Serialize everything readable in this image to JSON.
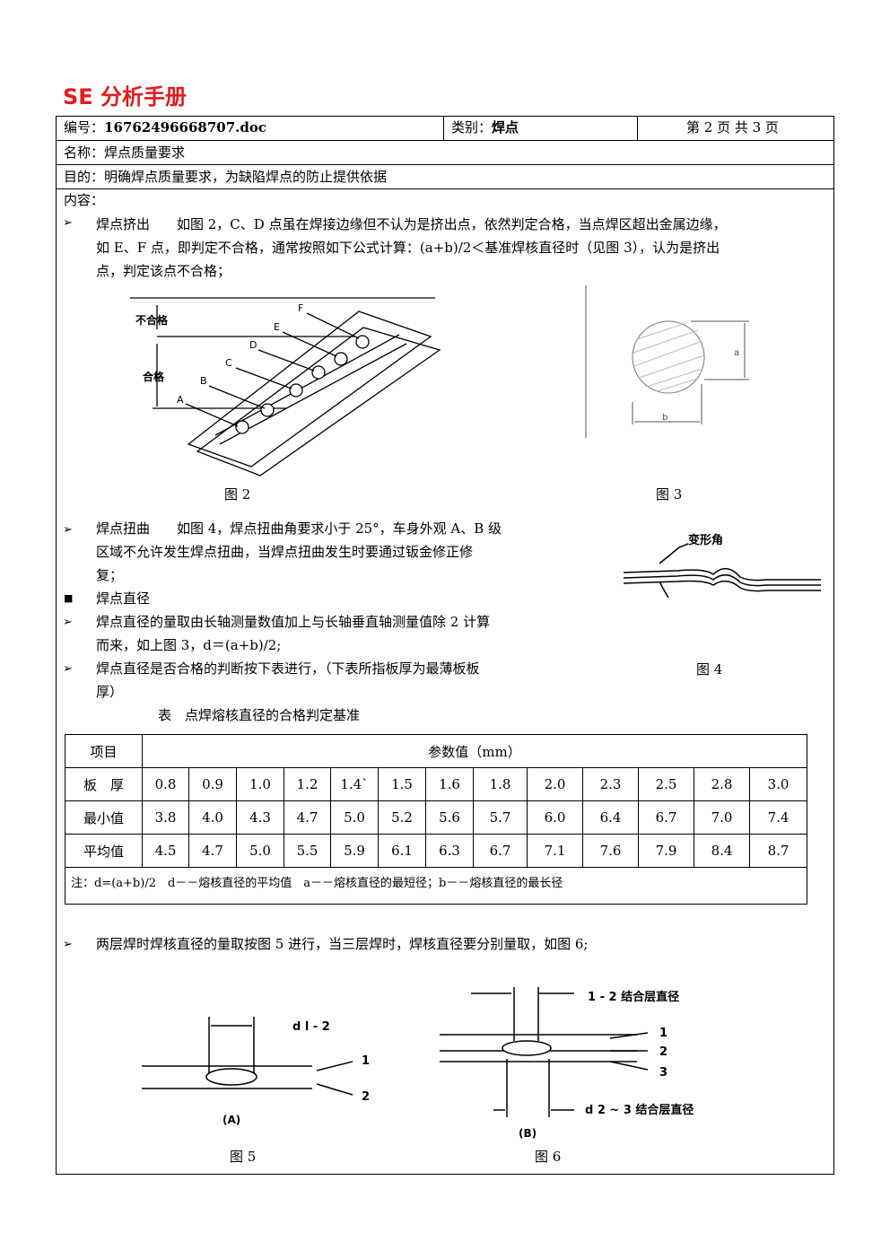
{
  "doc_title": "SE 分析手册",
  "header": {
    "number_label": "编号：",
    "number_value": "16762496668707.doc",
    "category_label": "类别：",
    "category_value": "焊点",
    "page_info": "第 2 页 共 3 页",
    "name_label": "名称：",
    "name_value": "焊点质量要求",
    "purpose_label": "目的：",
    "purpose_value": "明确焊点质量要求，为缺陷焊点的防止提供依据",
    "content_label": "内容："
  },
  "sections": {
    "extrusion_line1": "焊点挤出　　如图 2，C、D 点虽在焊接边缘但不认为是挤出点，依然判定合格，当点焊区超出金属边缘，",
    "extrusion_line2": "如 E、F 点，即判定不合格，通常按照如下公式计算：(a+b)/2＜基准焊核直径时（见图 3），认为是挤出",
    "extrusion_line3": "点，判定该点不合格；",
    "twist_line1": "焊点扭曲　　如图 4，焊点扭曲角要求小于 25°，车身外观 A、B 级",
    "twist_line2": "区域不允许发生焊点扭曲，当焊点扭曲发生时要通过钣金修正修",
    "twist_line3": "复；",
    "diameter_title": "焊点直径",
    "diameter_line1": "焊点直径的量取由长轴测量数值加上与长轴垂直轴测量值除 2 计算",
    "diameter_line2": "而来，如上图 3，d＝(a+b)/2;",
    "judge_line1": "焊点直径是否合格的判断按下表进行，（下表所指板厚为最薄板板",
    "judge_line2": "厚）",
    "layers_line": "两层焊时焊核直径的量取按图 5 进行，当三层焊时，焊核直径要分别量取，如图 6;"
  },
  "figures": {
    "fig2": {
      "caption": "图 2",
      "label_ng": "不合格",
      "label_ok": "合格",
      "points": [
        "A",
        "B",
        "C",
        "D",
        "E",
        "F"
      ]
    },
    "fig3": {
      "caption": "图 3",
      "label_a": "a",
      "label_b": "b"
    },
    "fig4": {
      "caption": "图 4",
      "label": "变形角"
    },
    "fig5": {
      "caption": "图 5",
      "label_d": "d l - 2",
      "label_1": "1",
      "label_2": "2",
      "sub": "(A)"
    },
    "fig6": {
      "caption": "图 6",
      "label_top": "1 - 2 结合层直径",
      "label_bottom": "d 2 ~ 3 结合层直径",
      "label_1": "1",
      "label_2": "2",
      "label_3": "3",
      "sub": "(B)"
    }
  },
  "table": {
    "caption": "表　点焊熔核直径的合格判定基准",
    "header_item": "项目",
    "header_param": "参数值（mm）",
    "rows": [
      {
        "label": "板　厚",
        "values": [
          "0.8",
          "0.9",
          "1.0",
          "1.2",
          "1.4`",
          "1.5",
          "1.6",
          "1.8",
          "2.0",
          "2.3",
          "2.5",
          "2.8",
          "3.0"
        ]
      },
      {
        "label": "最小值",
        "values": [
          "3.8",
          "4.0",
          "4.3",
          "4.7",
          "5.0",
          "5.2",
          "5.6",
          "5.7",
          "6.0",
          "6.4",
          "6.7",
          "7.0",
          "7.4"
        ]
      },
      {
        "label": "平均值",
        "values": [
          "4.5",
          "4.7",
          "5.0",
          "5.5",
          "5.9",
          "6.1",
          "6.3",
          "6.7",
          "7.1",
          "7.6",
          "7.9",
          "8.4",
          "8.7"
        ]
      }
    ],
    "note": "注：d=(a+b)/2　d－－熔核直径的平均值　a－－熔核直径的最短径；b－－熔核直径的最长径"
  },
  "colors": {
    "title": "#e31b1b"
  }
}
